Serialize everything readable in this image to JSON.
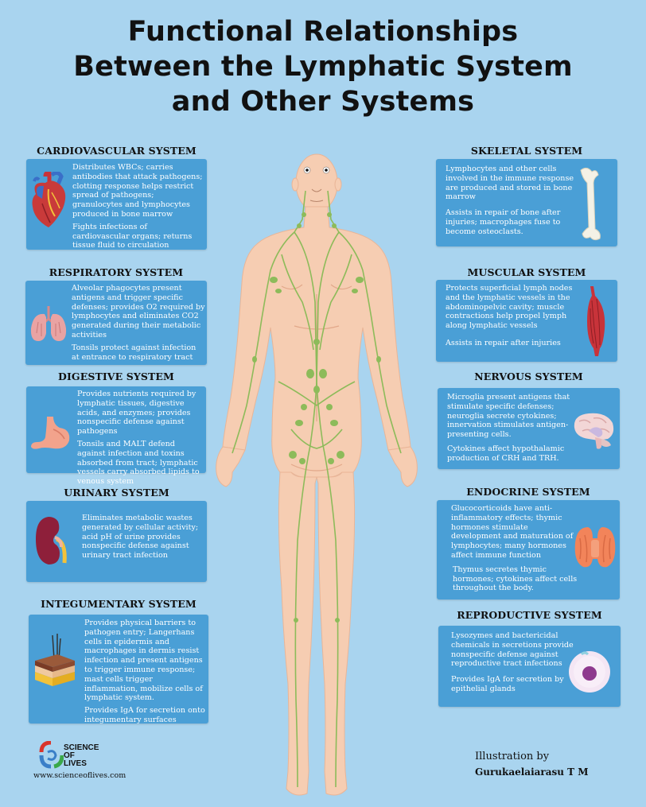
{
  "title": {
    "line1": "Functional Relationships",
    "line2": "Between the Lymphatic System",
    "line3": "and Other Systems"
  },
  "sections": {
    "cardiovascular": {
      "title": "CARDIOVASCULAR SYSTEM",
      "p1": "Distributes WBCs; carries antibodies that attack pathogens; clotting response helps restrict spread of pathogens; granulocytes and lymphocytes produced in bone marrow",
      "p2": "Fights infections of cardiovascular organs; returns tissue fluid to circulation"
    },
    "respiratory": {
      "title": "RESPIRATORY SYSTEM",
      "p1": "Alveolar phagocytes present antigens and trigger specific defenses; provides O2 required by lymphocytes and eliminates CO2 generated during their metabolic activities",
      "p2": "Tonsils protect against infection at entrance to respiratory tract"
    },
    "digestive": {
      "title": "DIGESTIVE SYSTEM",
      "p1": "Provides nutrients required by lymphatic tissues, digestive acids, and enzymes; provides nonspecific defense against pathogens",
      "p2": "Tonsils and MALT defend against infection and toxins absorbed from tract; lymphatic vessels carry absorbed lipids to venous system"
    },
    "urinary": {
      "title": "URINARY SYSTEM",
      "p1": "Eliminates metabolic wastes generated by cellular activity; acid pH of urine provides nonspecific defense against urinary tract infection"
    },
    "integumentary": {
      "title": "INTEGUMENTARY SYSTEM",
      "p1": "Provides physical barriers to pathogen entry; Langerhans cells in epidermis and macrophages in dermis resist infection and present antigens to trigger immune response; mast cells trigger inflammation, mobilize cells of lymphatic system.",
      "p2": "Provides IgA for secretion onto integumentary surfaces"
    },
    "skeletal": {
      "title": "SKELETAL SYSTEM",
      "p1": "Lymphocytes and other cells involved in the immune response are produced and stored in bone marrow",
      "p2": "Assists in repair of bone after injuries; macrophages fuse to become osteoclasts."
    },
    "muscular": {
      "title": "MUSCULAR SYSTEM",
      "p1": "Protects superficial lymph nodes and the lymphatic vessels in the abdominopelvic cavity; muscle contractions help propel lymph along lymphatic vessels",
      "p2": "Assists in repair after injuries"
    },
    "nervous": {
      "title": "NERVOUS SYSTEM",
      "p1": "Microglia present antigens that stimulate specific defenses; neuroglia secrete cytokines; innervation stimulates antigen-presenting cells.",
      "p2": "Cytokines affect hypothalamic production of CRH and TRH."
    },
    "endocrine": {
      "title": "ENDOCRINE SYSTEM",
      "p1": "Glucocorticoids have anti-inflammatory effects; thymic hormones stimulate development and maturation of lymphocytes; many hormones affect immune function",
      "p2": "Thymus secretes thymic hormones; cytokines affect cells throughout the body."
    },
    "reproductive": {
      "title": "REPRODUCTIVE SYSTEM",
      "p1": "Lysozymes and bactericidal chemicals in secretions provide nonspecific defense against reproductive tract infections",
      "p2": "Provides IgA for secretion by epithelial glands"
    }
  },
  "logo": {
    "line1": "SCIENCE",
    "line2": "OF",
    "line3": "LIVES",
    "url": "www.scienceoflives.com"
  },
  "credit": {
    "label": "Illustration by",
    "name": "Gurukaelaiarasu T M"
  },
  "colors": {
    "background": "#a9d4ef",
    "box": "#4a9fd6",
    "skin": "#f6cdb2",
    "lymph": "#8dbb5a"
  }
}
